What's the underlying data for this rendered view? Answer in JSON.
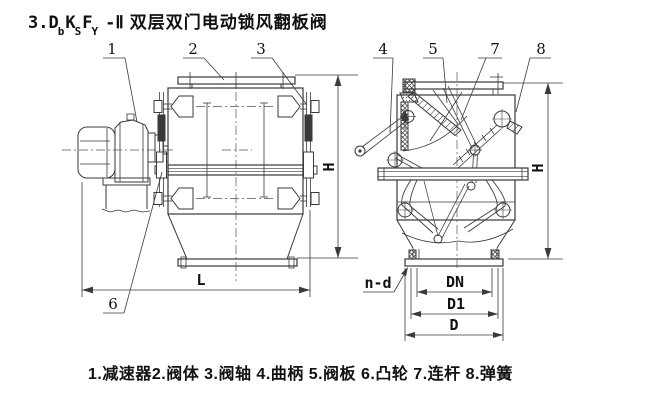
{
  "title": {
    "prefix": "3.",
    "code": [
      {
        "base": "D",
        "sub": "b"
      },
      {
        "base": "K",
        "sub": "S"
      },
      {
        "base": "F",
        "sub": "Y"
      }
    ],
    "suffix": "-Ⅱ",
    "name": "双层双门电动锁风翻板阀"
  },
  "legend": "1.减速器2.阀体 3.阀轴 4.曲柄 5.阀板 6.凸轮 7.连杆 8.弹簧",
  "front_view": {
    "part_labels": {
      "n1": "1",
      "n2": "2",
      "n3": "3",
      "n6": "6"
    },
    "dims": {
      "height": "H",
      "length": "L"
    }
  },
  "section_view": {
    "part_labels": {
      "n4": "4",
      "n5": "5",
      "n7": "7",
      "n8": "8"
    },
    "dims": {
      "height": "H",
      "bore": "DN",
      "bolt_circle": "D1",
      "flange_od": "D",
      "bolt_holes": "n-d"
    }
  },
  "colors": {
    "line": "#3a3a3a",
    "text": "#111111",
    "background": "#ffffff"
  }
}
